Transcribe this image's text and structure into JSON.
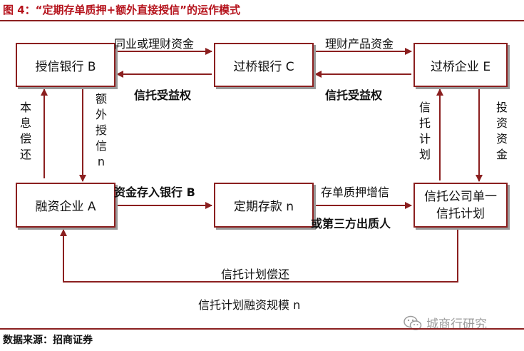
{
  "title": "图 4：“定期存单质押+额外直接授信”的运作模式",
  "boxes": {
    "bank_b": "授信银行 B",
    "bank_c": "过桥银行 C",
    "enterprise_e": "过桥企业 E",
    "enterprise_a": "融资企业 A",
    "deposit": "定期存款 n",
    "trust_plan": "信托公司单一信托计划"
  },
  "labels": {
    "b_to_c": "同业或理财资金",
    "c_to_b": "信托受益权",
    "c_to_e": "理财产品资金",
    "e_to_c": "信托受益权",
    "repay_vertical": "本息偿还",
    "extra_credit": "额外授信n",
    "trust_plan_vertical": "信托计划",
    "invest_funds": "投资资金",
    "deposit_into_b": "资金存入银行 B",
    "pledge_line1": "存单质押增信",
    "pledge_line2": "或第三方出质人",
    "trust_repay": "信托计划偿还",
    "trust_finance_scale": "信托计划融资规模 n"
  },
  "source": "数据来源：招商证券",
  "watermark": "城商行研究",
  "colors": {
    "border": "#8b1f1f",
    "title": "#b5121b",
    "arrow": "#8b1f1f",
    "shadow": "#9a9a9a",
    "watermark": "#9c9c9c"
  }
}
